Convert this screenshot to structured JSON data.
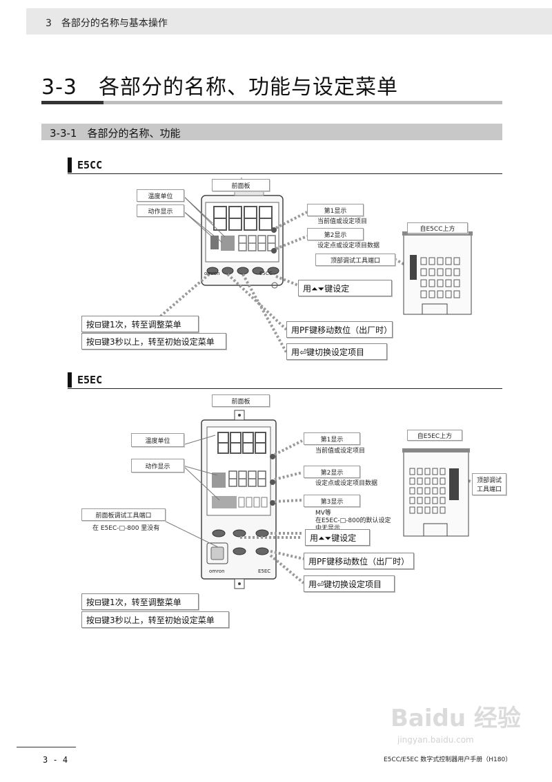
{
  "header": {
    "chapter_label": "3　各部分的名称与基本操作"
  },
  "title": "3-3　各部分的名称、功能与设定菜单",
  "section": "3-3-1　各部分的名称、功能",
  "e5cc": {
    "heading": "E5CC",
    "front_panel": "前面板",
    "temp_unit": "温度单位",
    "op_indicator": "动作显示",
    "display1": "第1显示",
    "display1_note": "当前值或设定项目",
    "display2": "第2显示",
    "display2_note": "设定点或设定项目数据",
    "top_view": "自E5CC上方",
    "tool_port": "顶部调试工具端口",
    "up_down_key": "用⏶⏷键设定",
    "shift_key": "用PF键移动数位（出厂时）",
    "mode_key": "用⏎键切换设定项目",
    "level_once": "按⊟键1次，转至调整菜单",
    "level_3s": "按⊟键3秒以上，转至初始设定菜单",
    "brand": "omron",
    "model": "E5CC"
  },
  "e5ec": {
    "heading": "E5EC",
    "front_panel": "前面板",
    "temp_unit": "温度单位",
    "op_indicator": "动作显示",
    "display1": "第1显示",
    "display1_note": "当前值或设定项目",
    "display2": "第2显示",
    "display2_note": "设定点或设定项目数据",
    "display3": "第3显示",
    "display3_note1": "MV等",
    "display3_note2": "在E5EC-□-800的默认设定",
    "display3_note3": "中无显示",
    "front_port": "前面板调试工具端口",
    "front_port_note": "在 E5EC-□-800 里没有",
    "top_view": "自E5EC上方",
    "tool_port_1": "顶部调试",
    "tool_port_2": "工具端口",
    "up_down_key": "用⏶⏷键设定",
    "shift_key": "用PF键移动数位（出厂时）",
    "mode_key": "用⏎键切换设定项目",
    "level_once": "按⊟键1次，转至调整菜单",
    "level_3s": "按⊟键3秒以上，转至初始设定菜单",
    "brand": "omron",
    "model": "E5EC"
  },
  "footer": {
    "page": "3 - 4",
    "manual": "E5CC/E5EC 数字式控制器用户手册（H180）"
  },
  "watermark": {
    "main": "Baidu 经验",
    "sub": "jingyan.baidu.com"
  }
}
